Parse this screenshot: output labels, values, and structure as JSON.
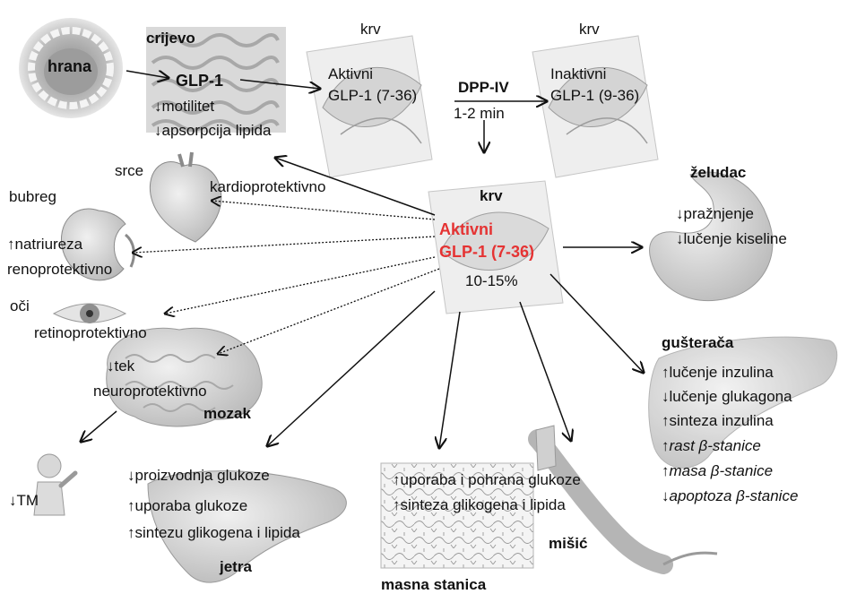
{
  "nodes": {
    "hrana": "hrana",
    "crijevo": {
      "title": "crijevo",
      "hormone": "GLP-1",
      "effects": [
        "↓motilitet",
        "↓apsorpcija lipida"
      ]
    },
    "blood_active": {
      "title": "krv",
      "line1": "Aktivni",
      "line2": "GLP-1 (7-36)"
    },
    "blood_inactive": {
      "title": "krv",
      "line1": "Inaktivni",
      "line2": "GLP-1 (9-36)"
    },
    "enzyme": {
      "name": "DPP-IV",
      "time": "1-2 min"
    },
    "center": {
      "title": "krv",
      "line1": "Aktivni",
      "line2": "GLP-1 (7-36)",
      "percent": "10-15%"
    },
    "srce": {
      "name": "srce",
      "effect": "kardioprotektivno"
    },
    "bubreg": {
      "name": "bubreg",
      "effects": [
        "↑natriureza",
        "renoprotektivno"
      ]
    },
    "oci": {
      "name": "oči",
      "effect": "retinoprotektivno"
    },
    "mozak": {
      "effects": [
        "↓tek",
        "neuroprotektivno"
      ],
      "name": "mozak"
    },
    "tm": "↓TM",
    "jetra": {
      "effects": [
        "↓proizvodnja glukoze",
        "↑uporaba glukoze",
        "↑sintezu glikogena i lipida"
      ],
      "name": "jetra"
    },
    "masna": {
      "effects": [
        "↑uporaba i pohrana glukoze",
        "↑sinteza glikogena i lipida"
      ],
      "name": "masna stanica"
    },
    "misic": "mišić",
    "zeludac": {
      "name": "želudac",
      "effects": [
        "↓pražnjenje",
        "↓lučenje kiseline"
      ]
    },
    "gusteraca": {
      "name": "gušterača",
      "effects": [
        "↑lučenje inzulina",
        "↓lučenje glukagona",
        "↑sinteza inzulina"
      ],
      "effects_italic": [
        "↑rast β-stanice",
        "↑masa β-stanice",
        "↓apoptoza β-stanice"
      ]
    }
  },
  "colors": {
    "accent": "#e53333",
    "organ_fill": "#d2d2d2",
    "arrow": "#111111"
  },
  "icons": [
    "mouth-icon",
    "intestine-icon",
    "blood-vessel-icon",
    "heart-icon",
    "kidney-icon",
    "eye-icon",
    "brain-icon",
    "person-icon",
    "liver-icon",
    "fat-tissue-icon",
    "muscle-icon",
    "stomach-icon",
    "pancreas-icon"
  ]
}
